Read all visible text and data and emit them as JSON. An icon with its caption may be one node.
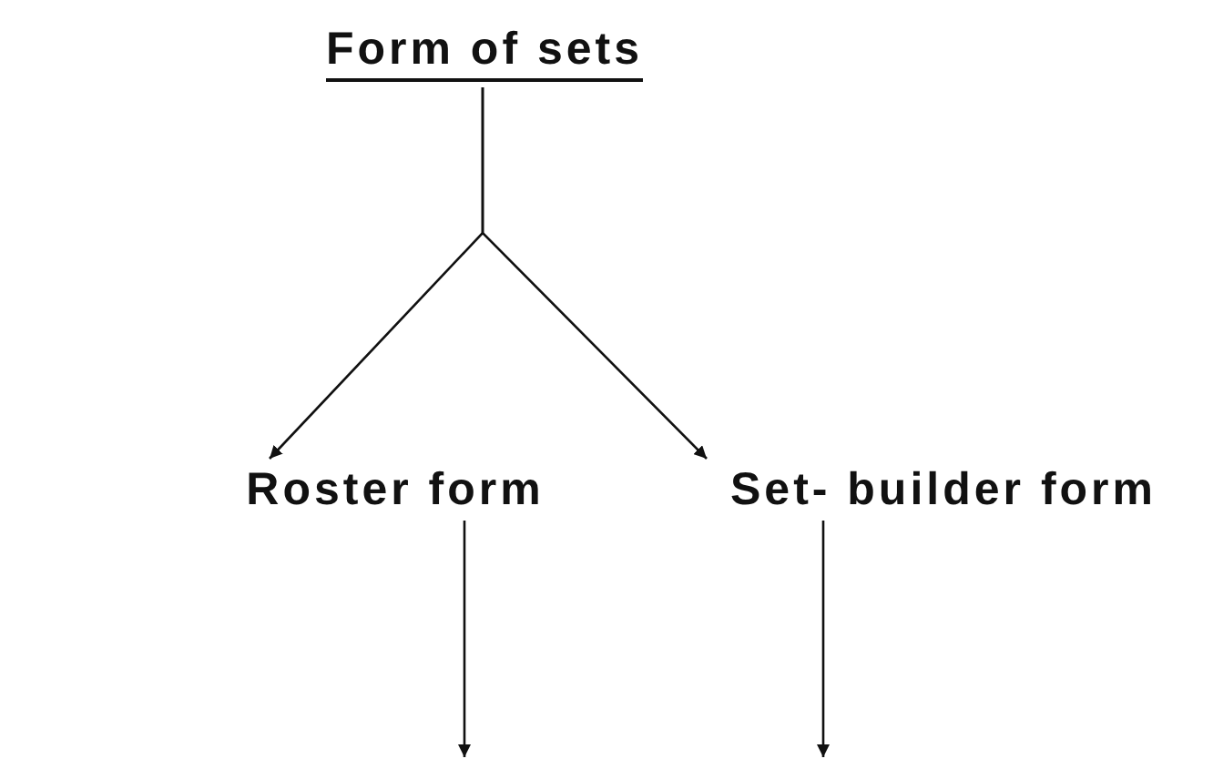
{
  "diagram": {
    "nodes": [
      {
        "text": [
          "Form of sets"
        ]
      },
      {
        "text": [
          "Roster form"
        ]
      },
      {
        "text": [
          "Set- builder form"
        ]
      }
    ],
    "edges": [
      {
        "from": 0,
        "to": 1,
        "arrow": "to"
      },
      {
        "from": 0,
        "to": 2,
        "arrow": "to"
      },
      {
        "from": 1,
        "to": null,
        "arrow": "to"
      },
      {
        "from": 2,
        "to": null,
        "arrow": "to"
      }
    ]
  }
}
